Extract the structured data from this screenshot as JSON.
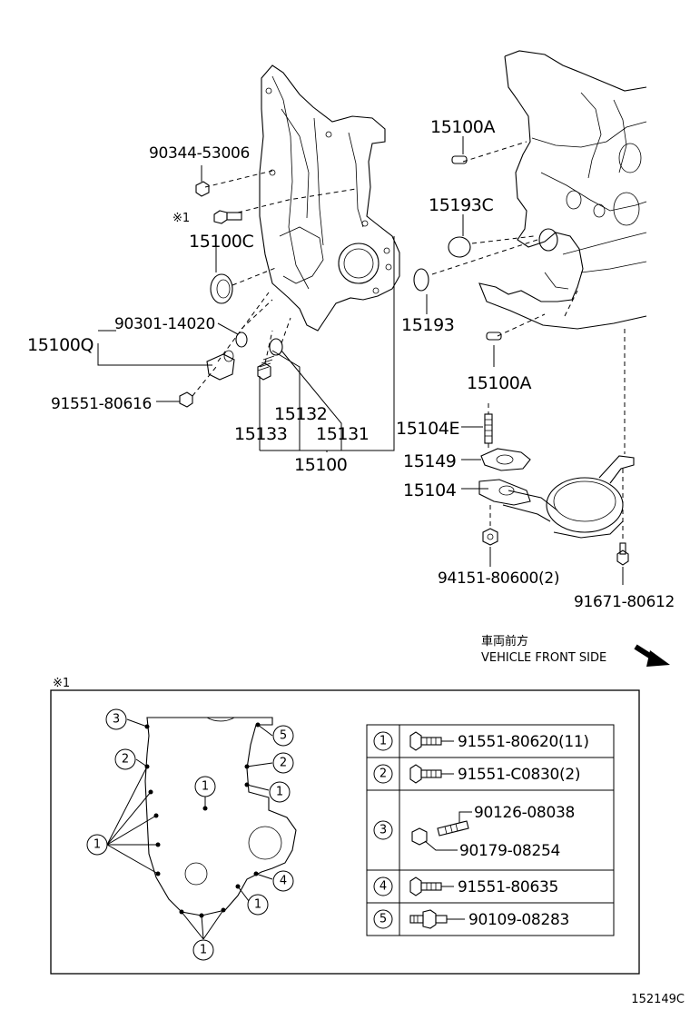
{
  "callouts": {
    "c90344": "90344-53006",
    "kome1_mark": "※1",
    "c15100C": "15100C",
    "c90301": "90301-14020",
    "c15100Q": "15100Q",
    "c91551_80616": "91551-80616",
    "c15132": "15132",
    "c15133": "15133",
    "c15131": "15131",
    "c15100": "15100",
    "c15100A_top": "15100A",
    "c15193C": "15193C",
    "c15193": "15193",
    "c15100A_bottom": "15100A",
    "c15104E": "15104E",
    "c15149": "15149",
    "c15104": "15104",
    "c94151": "94151-80600(2)",
    "c91671": "91671-80612"
  },
  "direction": {
    "japanese": "車両前方",
    "english": "VEHICLE FRONT SIDE"
  },
  "inset": {
    "mark": "※1",
    "markers": {
      "n1": "1",
      "n2": "2",
      "n3": "3",
      "n4": "4",
      "n5": "5"
    },
    "legend": [
      {
        "num": "1",
        "parts": [
          "91551-80620(11)"
        ]
      },
      {
        "num": "2",
        "parts": [
          "91551-C0830(2)"
        ]
      },
      {
        "num": "3",
        "parts": [
          "90126-08038",
          "90179-08254"
        ]
      },
      {
        "num": "4",
        "parts": [
          "91551-80635"
        ]
      },
      {
        "num": "5",
        "parts": [
          "90109-08283"
        ]
      }
    ]
  },
  "figure_id": "152149C"
}
